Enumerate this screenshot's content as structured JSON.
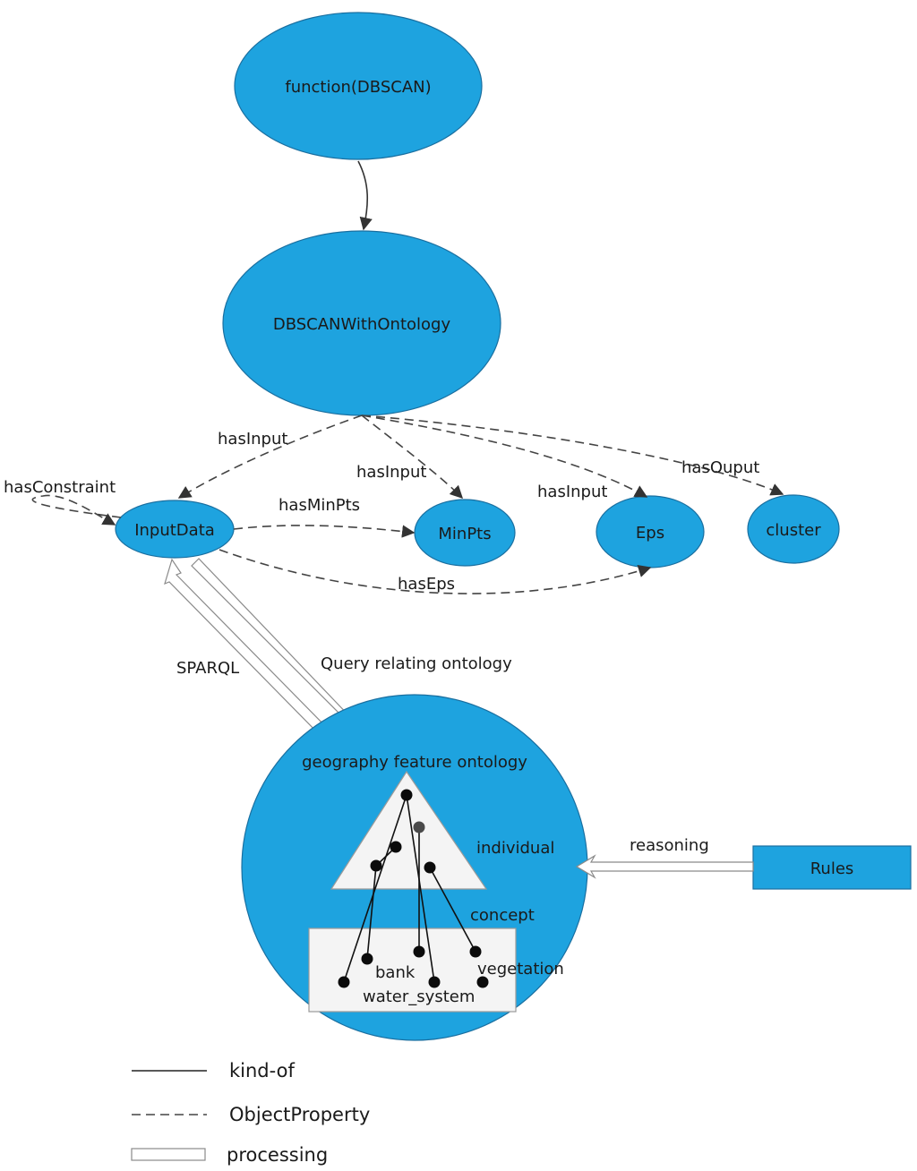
{
  "nodes": {
    "function_dbscan": "function(DBSCAN)",
    "dbscan_with_ontology": "DBSCANWithOntology",
    "input_data": "InputData",
    "min_pts": "MinPts",
    "eps": "Eps",
    "cluster": "cluster",
    "geography_feature_ontology": "geography feature ontology",
    "rules": "Rules"
  },
  "edges": {
    "has_input_1": "hasInput",
    "has_input_2": "hasInput",
    "has_input_3": "hasInput",
    "has_output": "hasOuput",
    "has_constraint": "hasConstraint",
    "has_min_pts": "hasMinPts",
    "has_eps": "hasEps",
    "sparql": "SPARQL",
    "query_relating_ontology": "Query relating ontology",
    "reasoning": "reasoning"
  },
  "ontology": {
    "individual": "individual",
    "concept": "concept",
    "bank": "bank",
    "water_system": "water_system",
    "vegetation": "vegetation"
  },
  "legend": {
    "kind_of": "kind-of",
    "object_property": "ObjectProperty",
    "processing": "processing"
  },
  "colors": {
    "node_fill": "#1ea3df"
  }
}
